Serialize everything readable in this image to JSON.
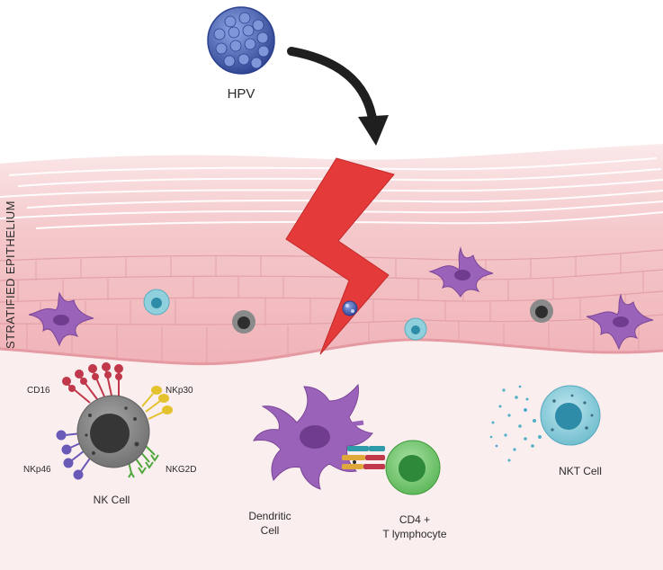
{
  "labels": {
    "virus": "HPV",
    "tissue": "STRATIFIED EPITHELIUM",
    "nk_cell": "NK Cell",
    "cd16": "CD16",
    "nkp30": "NKp30",
    "nkp46": "NKp46",
    "nkg2d": "NKG2D",
    "dendritic_line1": "Dendritic",
    "dendritic_line2": "Cell",
    "cd4_line1": "CD4 +",
    "cd4_line2": "T lymphocyte",
    "nkt_cell": "NKT Cell"
  },
  "colors": {
    "virus": "#3f5fb8",
    "lightning": "#e53a3a",
    "tissue_pink": "#f2b8bd",
    "dendritic": "#9a62b8",
    "nk_body": "#8c8c8c",
    "nk_nucleus": "#3a3a3a",
    "t_cell": "#6cc26a",
    "nkt_cell": "#7fc6d6",
    "receptor_red": "#c0384a",
    "receptor_yellow": "#e4c22e",
    "receptor_purple": "#6a5ab8",
    "receptor_green": "#4ea83a"
  }
}
